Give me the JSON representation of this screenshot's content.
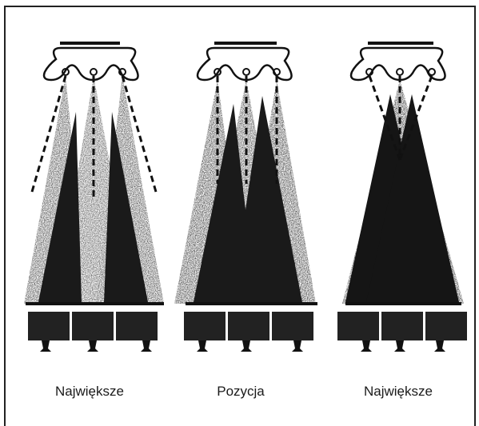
{
  "figure": {
    "panels": [
      {
        "caption": "Największe",
        "pattern": "separate-cones"
      },
      {
        "caption": "Pozycja",
        "pattern": "partial-overlap"
      },
      {
        "caption": "Największe",
        "pattern": "full-overlap"
      }
    ],
    "colors": {
      "ink": "#111111",
      "spray": "#2a2a2a",
      "paper": "#ffffff"
    }
  }
}
